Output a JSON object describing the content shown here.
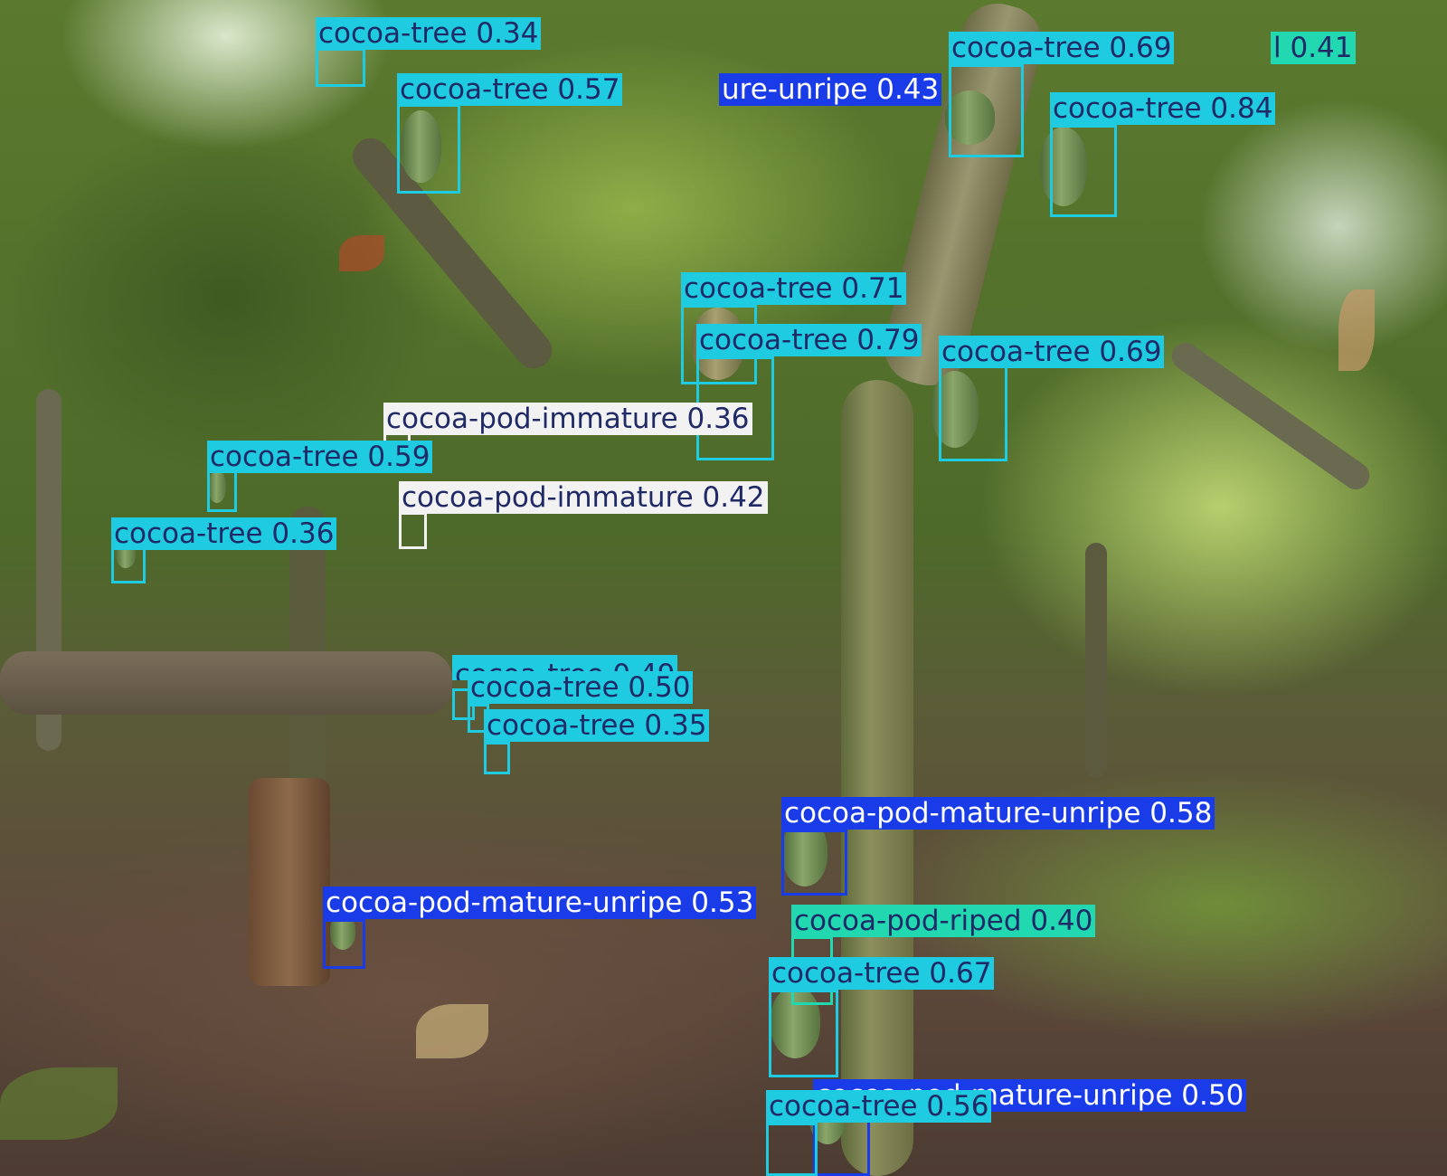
{
  "colors": {
    "cocoa_tree": "#1fcbe0",
    "cocoa_pod_mature_unripe": "#1a3be8",
    "cocoa_pod_immature": "#f2f2f2",
    "cocoa_pod_riped": "#22d8b0",
    "label_text_dark": "#1f2a66",
    "label_text_light": "#ffffff"
  },
  "detections": [
    {
      "label": "cocoa-tree 0.34"
    },
    {
      "label": "cocoa-tree 0.57"
    },
    {
      "label": "ure-unripe 0.43"
    },
    {
      "label": "cocoa-tree 0.69"
    },
    {
      "label": "l 0.41"
    },
    {
      "label": "cocoa-tree 0.84"
    },
    {
      "label": "cocoa-tree 0.71"
    },
    {
      "label": "cocoa-tree 0.79"
    },
    {
      "label": "cocoa-tree 0.69"
    },
    {
      "label": "cocoa-pod-immature 0.36"
    },
    {
      "label": "cocoa-tree 0.59"
    },
    {
      "label": "cocoa-pod-immature 0.42"
    },
    {
      "label": "cocoa-tree 0.36"
    },
    {
      "label": "cocoa-tree 0.49"
    },
    {
      "label": "cocoa-tree 0.50"
    },
    {
      "label": "cocoa-tree 0.35"
    },
    {
      "label": "cocoa-pod-mature-unripe 0.58"
    },
    {
      "label": "cocoa-pod-mature-unripe 0.53"
    },
    {
      "label": "cocoa-pod-riped 0.40"
    },
    {
      "label": "cocoa-tree 0.67"
    },
    {
      "label": "cocoa-pod-mature-unripe 0.50"
    },
    {
      "label": "cocoa-tree 0.56"
    }
  ]
}
